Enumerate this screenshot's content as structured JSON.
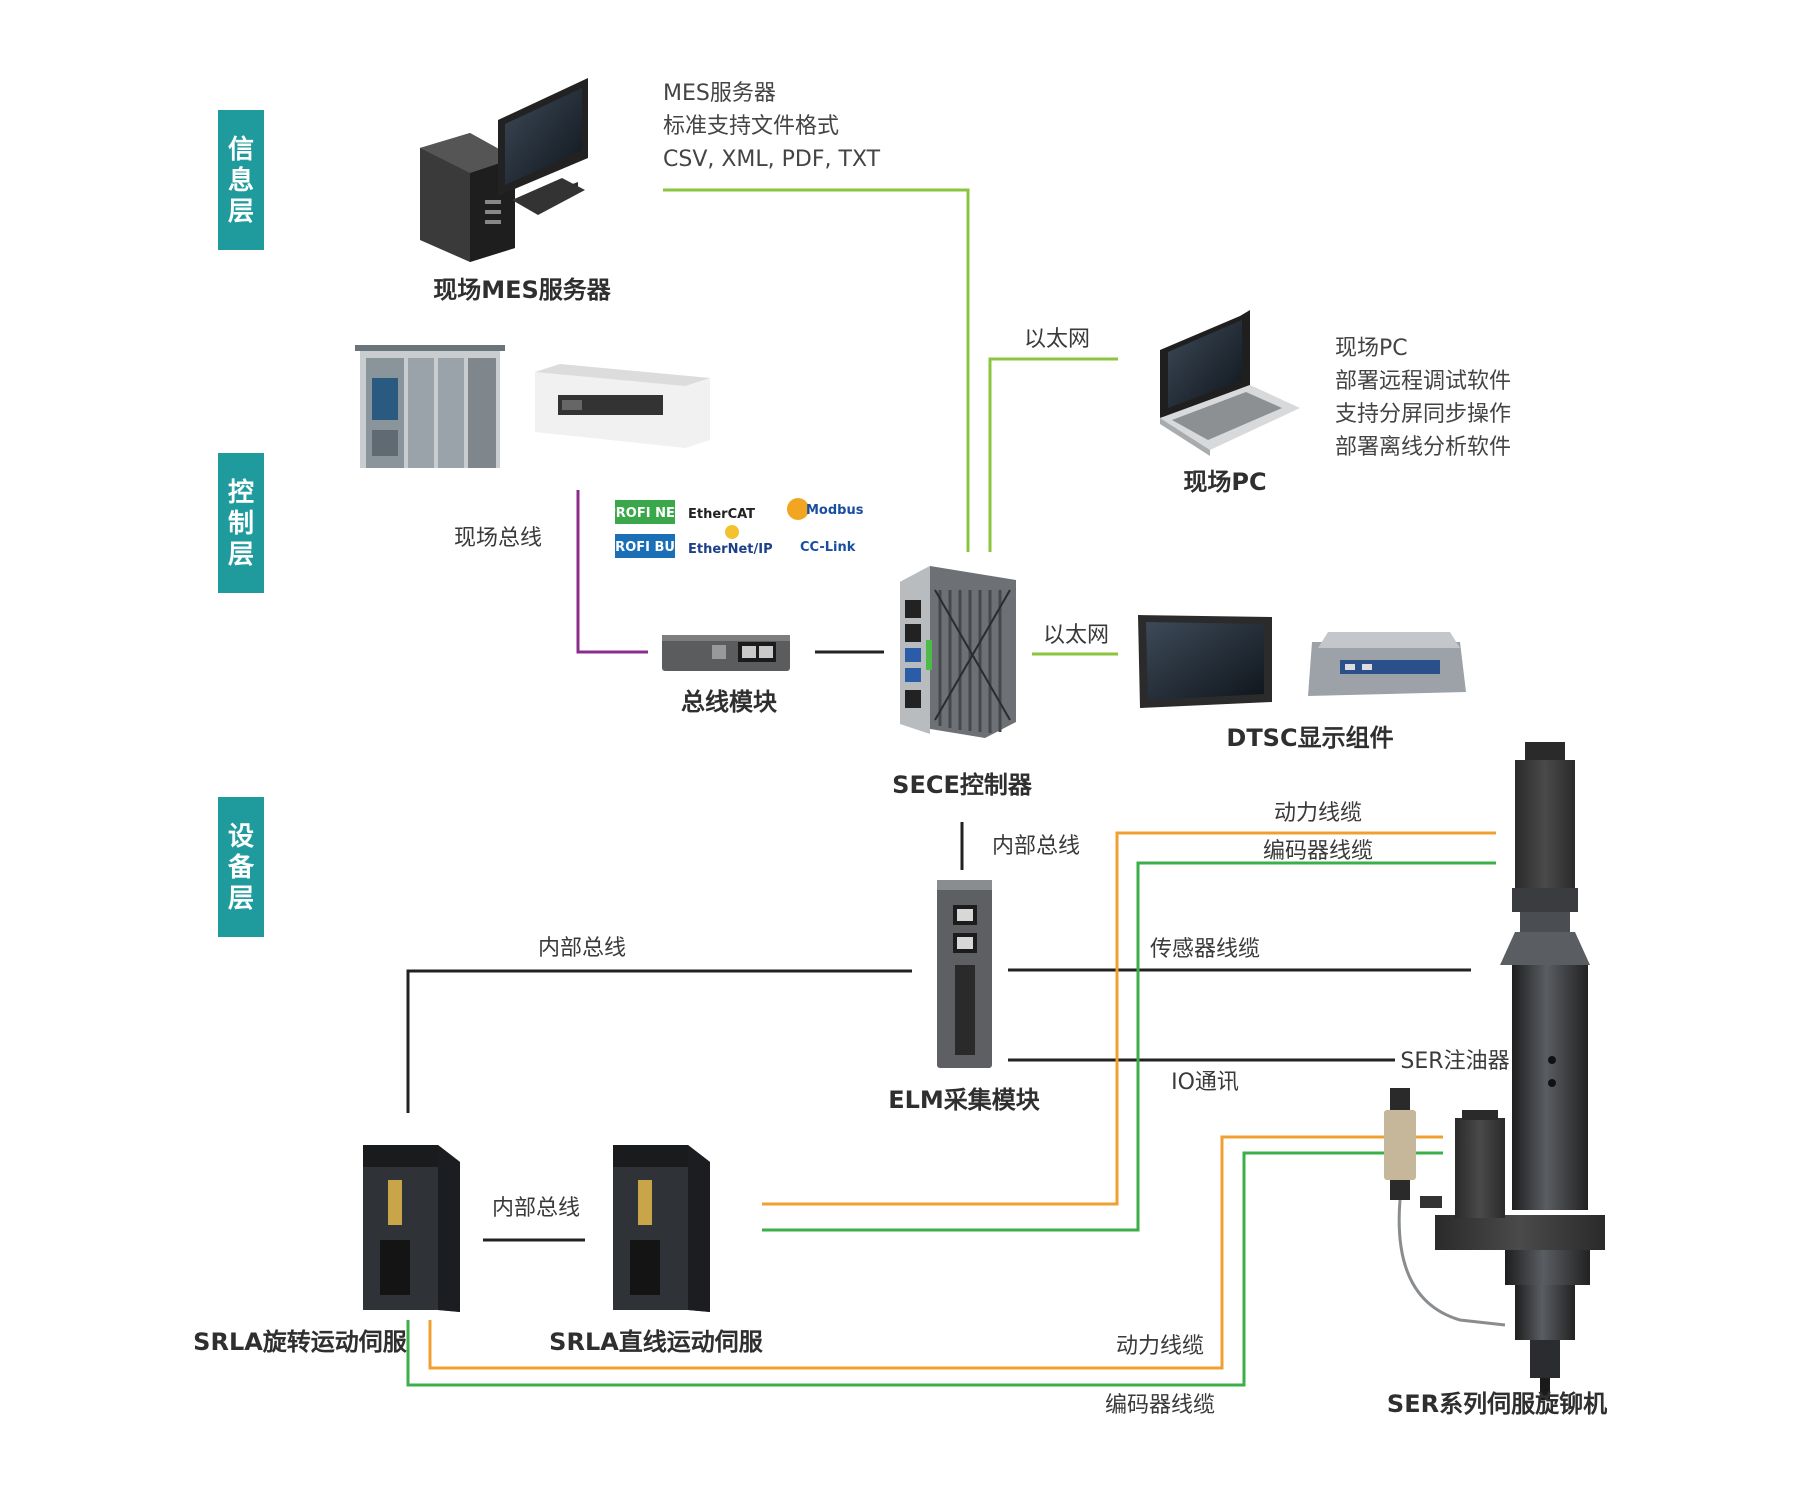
{
  "colors": {
    "layer_tag": "#1f9b9e",
    "ethernet_line": "#8bc53f",
    "fieldbus_line": "#8b2c8c",
    "power_cable": "#f0a030",
    "encoder_cable": "#3cae4a",
    "internal_bus": "#222222"
  },
  "layers": {
    "info": "信息层",
    "control": "控制层",
    "device": "设备层"
  },
  "devices": {
    "mes_server": "现场MES服务器",
    "site_pc": "现场PC",
    "bus_module": "总线模块",
    "sece_controller": "SECE控制器",
    "dtsc_display": "DTSC显示组件",
    "elm_module": "ELM采集模块",
    "srla_rotary": "SRLA旋转运动伺服",
    "srla_linear": "SRLA直线运动伺服",
    "ser_riveter": "SER系列伺服旋铆机"
  },
  "mes_notes": [
    "MES服务器",
    "标准支持文件格式",
    "CSV, XML, PDF, TXT"
  ],
  "pc_notes": [
    "现场PC",
    "部署远程调试软件",
    "支持分屏同步操作",
    "部署离线分析软件"
  ],
  "protocols": {
    "profinet": "PROFI NET",
    "profibus": "PROFI BUS",
    "ethercat": "EtherCAT",
    "ethernetip": "EtherNet/IP",
    "modbus": "Modbus",
    "cclink": "CC-Link"
  },
  "links": {
    "ethernet_pc": "以太网",
    "ethernet_dtsc": "以太网",
    "field_bus": "现场总线",
    "internal_bus_elm": "内部总线",
    "internal_bus_left": "内部总线",
    "internal_bus_servo": "内部总线",
    "power_cable_top": "动力线缆",
    "encoder_cable_top": "编码器线缆",
    "sensor_cable": "传感器线缆",
    "io_comm": "IO通讯",
    "oiler": "SER注油器",
    "power_cable_bottom": "动力线缆",
    "encoder_cable_bottom": "编码器线缆"
  }
}
